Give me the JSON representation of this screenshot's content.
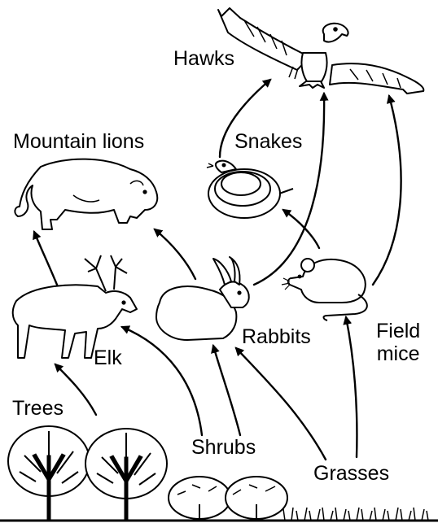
{
  "labels": {
    "hawks": "Hawks",
    "mountain_lions": "Mountain lions",
    "snakes": "Snakes",
    "elk": "Elk",
    "rabbits": "Rabbits",
    "field_mice_line1": "Field",
    "field_mice_line2": "mice",
    "trees": "Trees",
    "shrubs": "Shrubs",
    "grasses": "Grasses"
  },
  "colors": {
    "ink": "#000000",
    "paper": "#ffffff"
  }
}
